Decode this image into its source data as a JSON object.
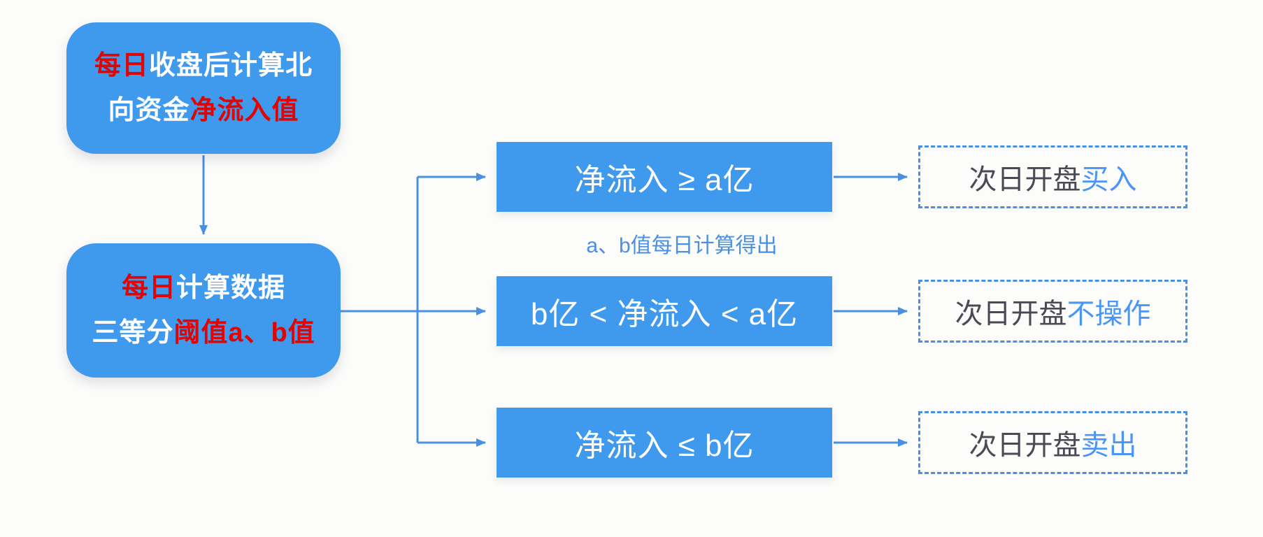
{
  "colors": {
    "node_blue": "#3F9AEE",
    "highlight_red": "#E00505",
    "connector_blue": "#4A90E2",
    "dashed_border_blue": "#4A90E2",
    "note_blue": "#4A90E2",
    "result_prefix_gray": "#4A4A55",
    "result_action_blue": "#4B96F5",
    "node_text_white": "#FFFFFF",
    "background": "#FCFCFB"
  },
  "flowchart": {
    "start_box": {
      "line1_red": "每日",
      "line1_white": "收盘后计算北",
      "line2_white": "向资金",
      "line2_red": "净流入值"
    },
    "threshold_box": {
      "line1_red": "每日",
      "line1_white": "计算数据",
      "line2_white": "三等分",
      "line2_red": "阈值a、b值"
    },
    "note": "a、b值每日计算得出",
    "conditions": {
      "top": "净流入 ≥ a亿",
      "middle": "b亿 < 净流入 < a亿",
      "bottom": "净流入 ≤ b亿"
    },
    "results": {
      "top": {
        "prefix": "次日开盘",
        "action": "买入"
      },
      "middle": {
        "prefix": "次日开盘",
        "action": "不操作"
      },
      "bottom": {
        "prefix": "次日开盘",
        "action": "卖出"
      }
    }
  }
}
